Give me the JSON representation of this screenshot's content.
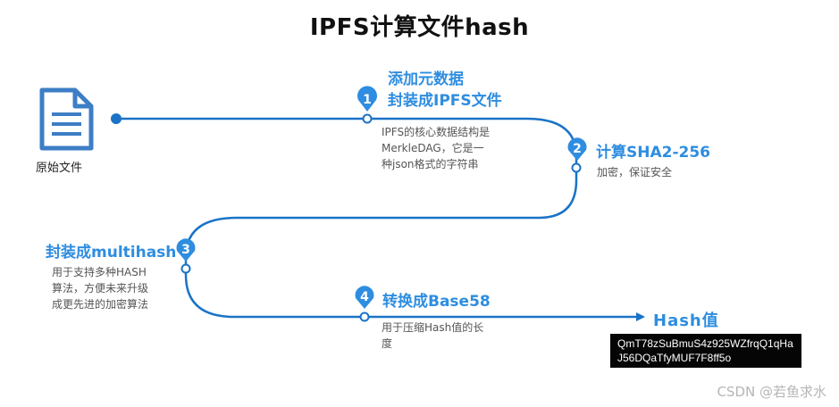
{
  "title": "IPFS计算文件hash",
  "start": {
    "label": "原始文件",
    "icon": "document-icon"
  },
  "steps": [
    {
      "number": "1",
      "title_lines": [
        "添加元数据",
        "封装成IPFS文件"
      ],
      "desc_lines": [
        "IPFS的核心数据结构是",
        "MerkleDAG，它是一",
        "种json格式的字符串"
      ]
    },
    {
      "number": "2",
      "title_lines": [
        "计算SHA2-256"
      ],
      "desc_lines": [
        "加密，保证安全"
      ]
    },
    {
      "number": "3",
      "title_lines": [
        "封装成multihash"
      ],
      "desc_lines": [
        "用于支持多种HASH",
        "算法，方便未来升级",
        "成更先进的加密算法"
      ]
    },
    {
      "number": "4",
      "title_lines": [
        "转换成Base58"
      ],
      "desc_lines": [
        "用于压缩Hash值的长",
        "度"
      ]
    }
  ],
  "result": {
    "label": "Hash值",
    "value_lines": [
      "QmT78zSuBmuS4z925WZfrqQ1qHa",
      "J56DQaTfyMUF7F8ff5o"
    ]
  },
  "watermark": "CSDN @若鱼求水",
  "colors": {
    "accent": "#2e8de0",
    "line": "#1a73c7",
    "icon": "#3d7ec5"
  }
}
